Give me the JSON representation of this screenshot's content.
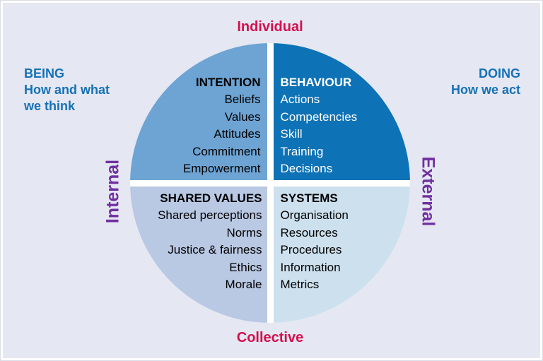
{
  "colors": {
    "bg": "#e5e7f2",
    "frame": "#ffffff",
    "divider": "#ffffff",
    "quad-intention": "#6da4d4",
    "quad-behaviour": "#0e72b6",
    "quad-shared-values": "#b9c8e3",
    "quad-systems": "#cde0ee",
    "axis-vertical": "#d2104e",
    "axis-horizontal": "#7030a0",
    "side-note": "#1571b5",
    "text-dark": "#000000",
    "text-light": "#ffffff"
  },
  "axis_labels": {
    "top": "Individual",
    "bottom": "Collective",
    "left": "Internal",
    "right": "External"
  },
  "side_notes": {
    "left": {
      "heading": "BEING",
      "lines": [
        "How and what",
        "we think"
      ]
    },
    "right": {
      "heading": "DOING",
      "lines": [
        "How we act"
      ]
    }
  },
  "quadrants": {
    "intention": {
      "title": "INTENTION",
      "items": [
        "Beliefs",
        "Values",
        "Attitudes",
        "Commitment",
        "Empowerment"
      ]
    },
    "behaviour": {
      "title": "BEHAVIOUR",
      "items": [
        "Actions",
        "Competencies",
        "Skill",
        "Training",
        "Decisions"
      ]
    },
    "shared_values": {
      "title": "SHARED VALUES",
      "items": [
        "Shared perceptions",
        "Norms",
        "Justice & fairness",
        "Ethics",
        "Morale"
      ]
    },
    "systems": {
      "title": "SYSTEMS",
      "items": [
        "Organisation",
        "Resources",
        "Procedures",
        "Information",
        "Metrics"
      ]
    }
  }
}
